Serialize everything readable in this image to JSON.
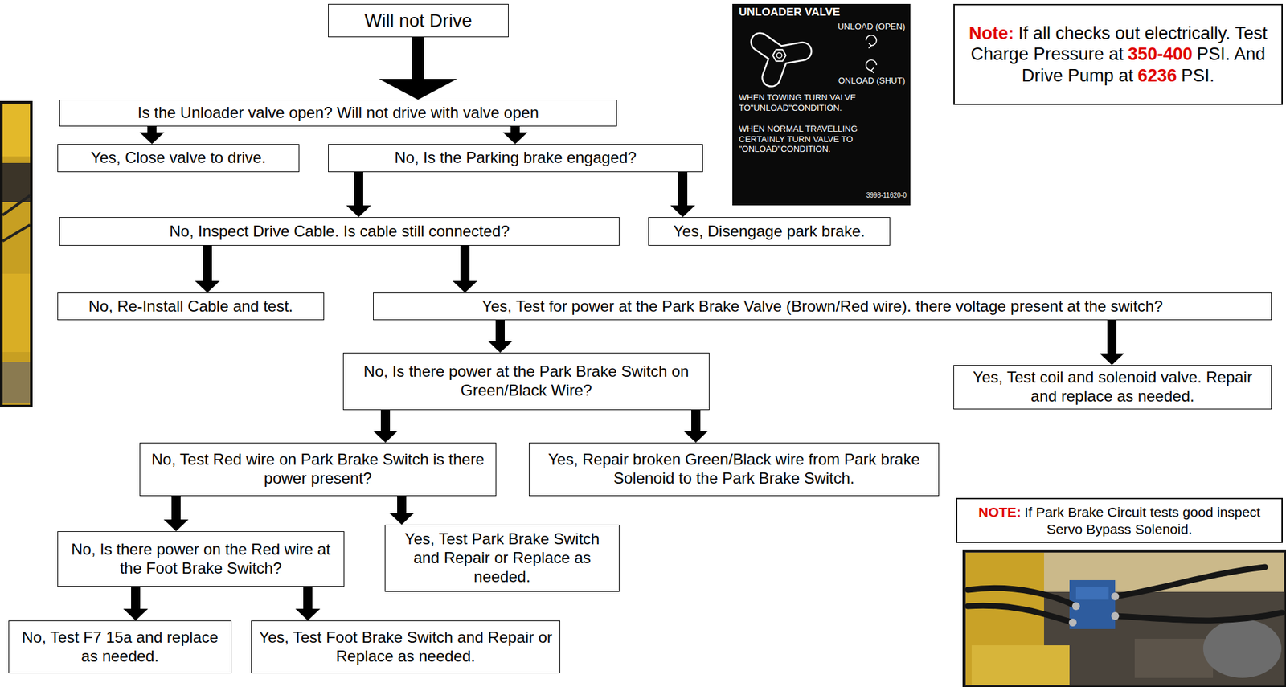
{
  "diagram": {
    "nodes": [
      {
        "text": [
          "Will not Drive"
        ]
      },
      {
        "text": [
          "Is the Unloader valve open? Will not drive with valve open"
        ]
      },
      {
        "text": [
          "Yes, Close valve to drive."
        ]
      },
      {
        "text": [
          "No, Is the Parking brake engaged?"
        ]
      },
      {
        "text": [
          "No, Inspect Drive Cable. Is cable still connected?"
        ]
      },
      {
        "text": [
          "Yes, Disengage park brake."
        ]
      },
      {
        "text": [
          "No, Re-Install Cable and test."
        ]
      },
      {
        "text": [
          "Yes, Test for power at the Park Brake Valve (Brown/Red wire). there voltage present at the switch?"
        ]
      },
      {
        "text": [
          "No, Is there power at the Park Brake Switch on Green/Black Wire?"
        ]
      },
      {
        "text": [
          "Yes, Test coil and solenoid valve. Repair and replace as needed."
        ]
      },
      {
        "text": [
          "No, Test Red wire on Park Brake Switch is there power present?"
        ]
      },
      {
        "text": [
          "Yes, Repair broken Green/Black wire from Park brake Solenoid to the Park Brake Switch."
        ]
      },
      {
        "text": [
          "No, Is there power on the Red wire at the Foot Brake Switch?"
        ]
      },
      {
        "text": [
          "Yes, Test Park Brake Switch and Repair or Replace as needed."
        ]
      },
      {
        "text": [
          "No, Test F7 15a and replace as needed."
        ]
      },
      {
        "text": [
          "Yes, Test Foot Brake Switch and Repair or Replace as needed."
        ]
      },
      {
        "text": [
          "Note:",
          "If all checks out electrically. Test Charge Pressure at",
          "350-400",
          "PSI. And Drive Pump at",
          "6236",
          "PSI."
        ]
      },
      {
        "text": [
          "NOTE:",
          "If Park Brake Circuit tests good inspect Servo Bypass Solenoid."
        ]
      }
    ],
    "edges": [
      {
        "from": 0,
        "to": 1,
        "arrow": "to"
      },
      {
        "from": 1,
        "to": 2,
        "arrow": "to"
      },
      {
        "from": 1,
        "to": 3,
        "arrow": "to"
      },
      {
        "from": 3,
        "to": 4,
        "arrow": "to"
      },
      {
        "from": 3,
        "to": 5,
        "arrow": "to"
      },
      {
        "from": 4,
        "to": 6,
        "arrow": "to"
      },
      {
        "from": 4,
        "to": 7,
        "arrow": "to"
      },
      {
        "from": 7,
        "to": 8,
        "arrow": "to"
      },
      {
        "from": 7,
        "to": 9,
        "arrow": "to"
      },
      {
        "from": 8,
        "to": 10,
        "arrow": "to"
      },
      {
        "from": 8,
        "to": 11,
        "arrow": "to"
      },
      {
        "from": 10,
        "to": 12,
        "arrow": "to"
      },
      {
        "from": 10,
        "to": 13,
        "arrow": "to"
      },
      {
        "from": 12,
        "to": 14,
        "arrow": "to"
      },
      {
        "from": 12,
        "to": 15,
        "arrow": "to"
      }
    ],
    "labels": [
      "UNLOADER VALVE",
      "UNLOAD (OPEN)",
      "ONLOAD (SHUT)",
      "WHEN TOWING TURN VALVE TO\"UNLOAD\"CONDITION.",
      "WHEN NORMAL TRAVELLING CERTAINLY TURN VALVE TO \"ONLOAD\"CONDITION.",
      "3998-11620-0"
    ]
  }
}
